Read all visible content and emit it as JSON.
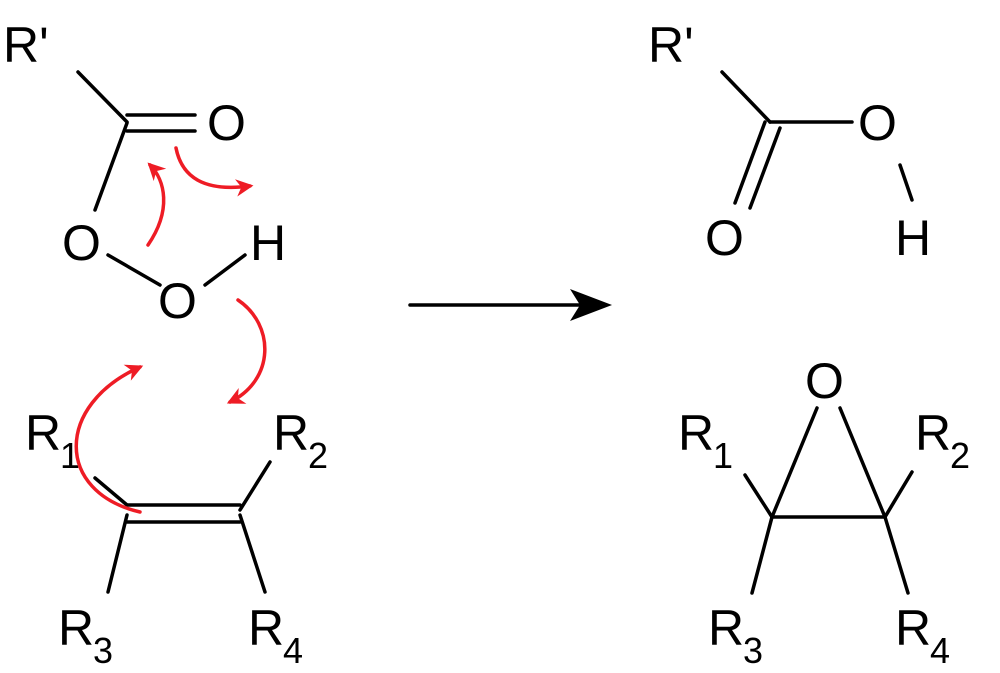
{
  "colors": {
    "bond": "#000000",
    "arrow_pushing": "#ee1c25",
    "background": "#ffffff"
  },
  "reactants": {
    "peracid": {
      "r_prime": "R'",
      "carbonyl_o": "O",
      "peroxy_o1": "O",
      "peroxy_o2": "O",
      "hydrogen": "H"
    },
    "alkene": {
      "r1": {
        "main": "R",
        "sub": "1"
      },
      "r2": {
        "main": "R",
        "sub": "2"
      },
      "r3": {
        "main": "R",
        "sub": "3"
      },
      "r4": {
        "main": "R",
        "sub": "4"
      }
    }
  },
  "products": {
    "carboxylic_acid": {
      "r_prime": "R'",
      "carbonyl_o": "O",
      "hydroxyl_o": "O",
      "hydrogen": "H"
    },
    "epoxide": {
      "ring_o": "O",
      "r1": {
        "main": "R",
        "sub": "1"
      },
      "r2": {
        "main": "R",
        "sub": "2"
      },
      "r3": {
        "main": "R",
        "sub": "3"
      },
      "r4": {
        "main": "R",
        "sub": "4"
      }
    }
  }
}
